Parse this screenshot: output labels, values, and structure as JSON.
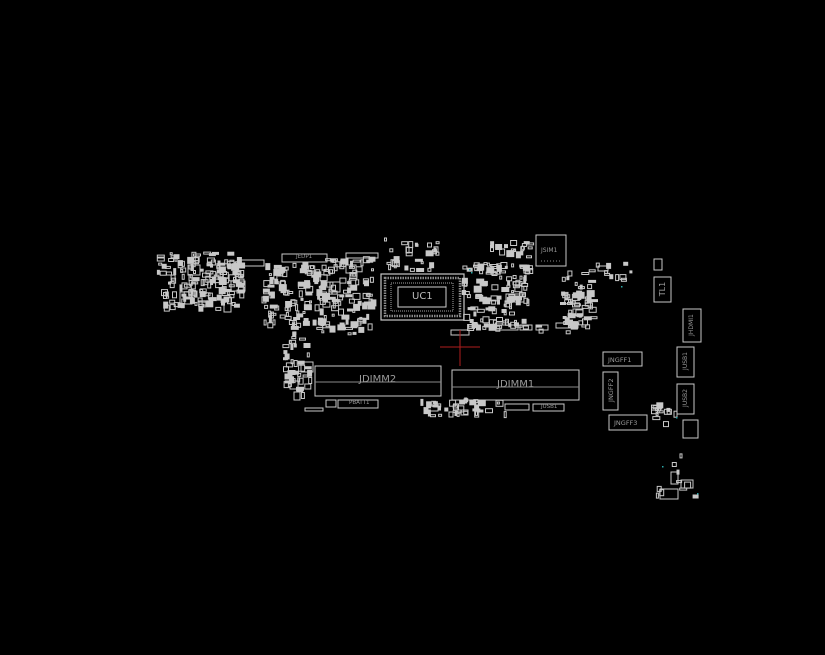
{
  "viewer": {
    "background": "#000000",
    "outline_color": "#c8c8c8",
    "label_color": "#9a9a9a",
    "cursor_color": "#b01e1e",
    "pin_color": "#2aa8a8"
  },
  "components": {
    "cpu": "UC1",
    "dimm_a": "JDIMM2",
    "dimm_b": "JDIMM1",
    "sim": "JSIM1",
    "edp": "JEDP1",
    "battery": "PBATT1",
    "tl": "TL1",
    "hdmi": "JHDMI1",
    "ngff1": "JNGFF1",
    "ngff2": "JNGFF2",
    "ngff3": "JNGFF3",
    "usb1": "JUSB1",
    "usb2": "JUSB2",
    "jusb1_bottom": "JUSB1"
  }
}
